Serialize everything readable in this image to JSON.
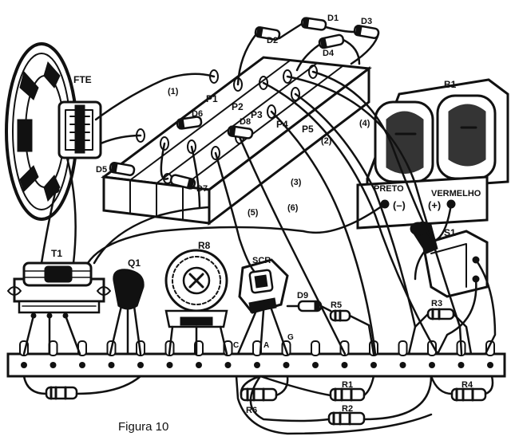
{
  "figure": {
    "caption": "Figura 10",
    "ink_color": "#111111",
    "paper_color": "#ffffff"
  },
  "labels": {
    "speaker": "FTE",
    "transformer": "T1",
    "transistor": "Q1",
    "potentiometer": "R8",
    "scr": "SCR",
    "battery": "B1",
    "switch": "S1",
    "battery_neg_name": "PRETO",
    "battery_neg_sign": "(–)",
    "battery_pos_name": "VERMELHO",
    "battery_pos_sign": "(+)",
    "plate1": "P1",
    "plate2": "P2",
    "plate3": "P3",
    "plate4": "P4",
    "plate5": "P5",
    "d1": "D1",
    "d2": "D2",
    "d3": "D3",
    "d4": "D4",
    "d5": "D5",
    "d6": "D6",
    "d7": "D7",
    "d8": "D8",
    "d9": "D9",
    "r1": "R1",
    "r2": "R2",
    "r3": "R3",
    "r4": "R4",
    "r5": "R5",
    "r6": "R6",
    "wire1": "(1)",
    "wire2": "(2)",
    "wire3": "(3)",
    "wire4": "(4)",
    "wire5": "(5)",
    "wire6": "(6)",
    "scr_c": "C",
    "scr_a": "A",
    "scr_g": "G"
  }
}
